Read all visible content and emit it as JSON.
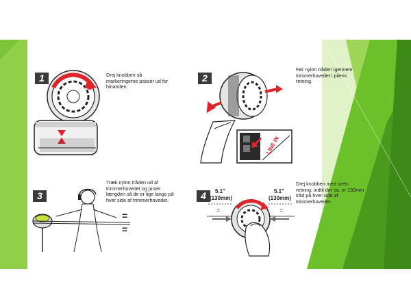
{
  "colors": {
    "accent_red": "#e0242b",
    "green_dark": "#4a9a1e",
    "green_mid": "#6cc02a",
    "green_light": "#9fd65a",
    "step_box": "#3a3a3a"
  },
  "steps": [
    {
      "number": "1",
      "text": "Drej knobben så markeringerne passer ud for hinanden."
    },
    {
      "number": "2",
      "text": "Før nylon tråden igennem trimmerhovedet i pilens retning."
    },
    {
      "number": "3",
      "text": "Træk nylon tråden ud af trimmerhovedet og juster længden så de er lige lange på hver side af trimmerhovedet."
    },
    {
      "number": "4",
      "text": "Drej knobben med urets retning, indtil der ca. er 130mm tråd på hver side af trimmerhovedet."
    }
  ],
  "illustrations": {
    "line_in_label": "LINE IN",
    "equals_mark": "=",
    "measure_inch": "5.1\"",
    "measure_mm": "(130mm)"
  }
}
